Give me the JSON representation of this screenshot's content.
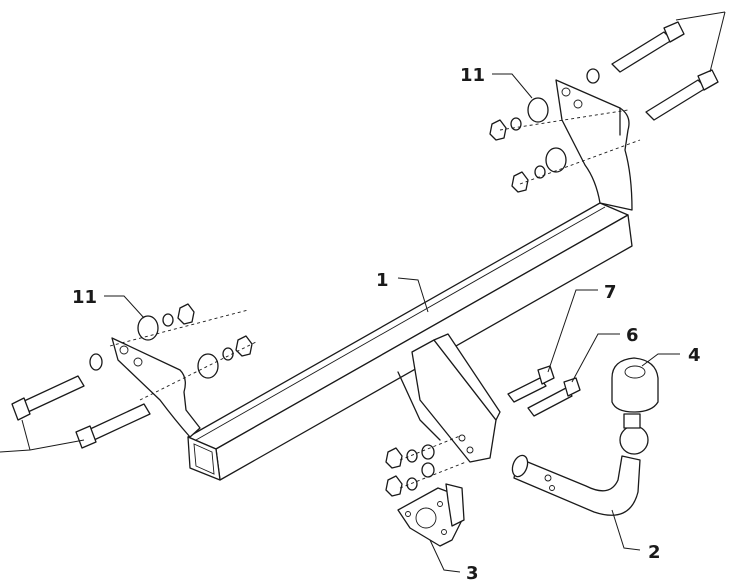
{
  "diagram": {
    "callouts": {
      "c1": "1",
      "c2": "2",
      "c3": "3",
      "c4": "4",
      "c6": "6",
      "c7": "7",
      "c11_top": "11",
      "c11_left": "11"
    }
  }
}
